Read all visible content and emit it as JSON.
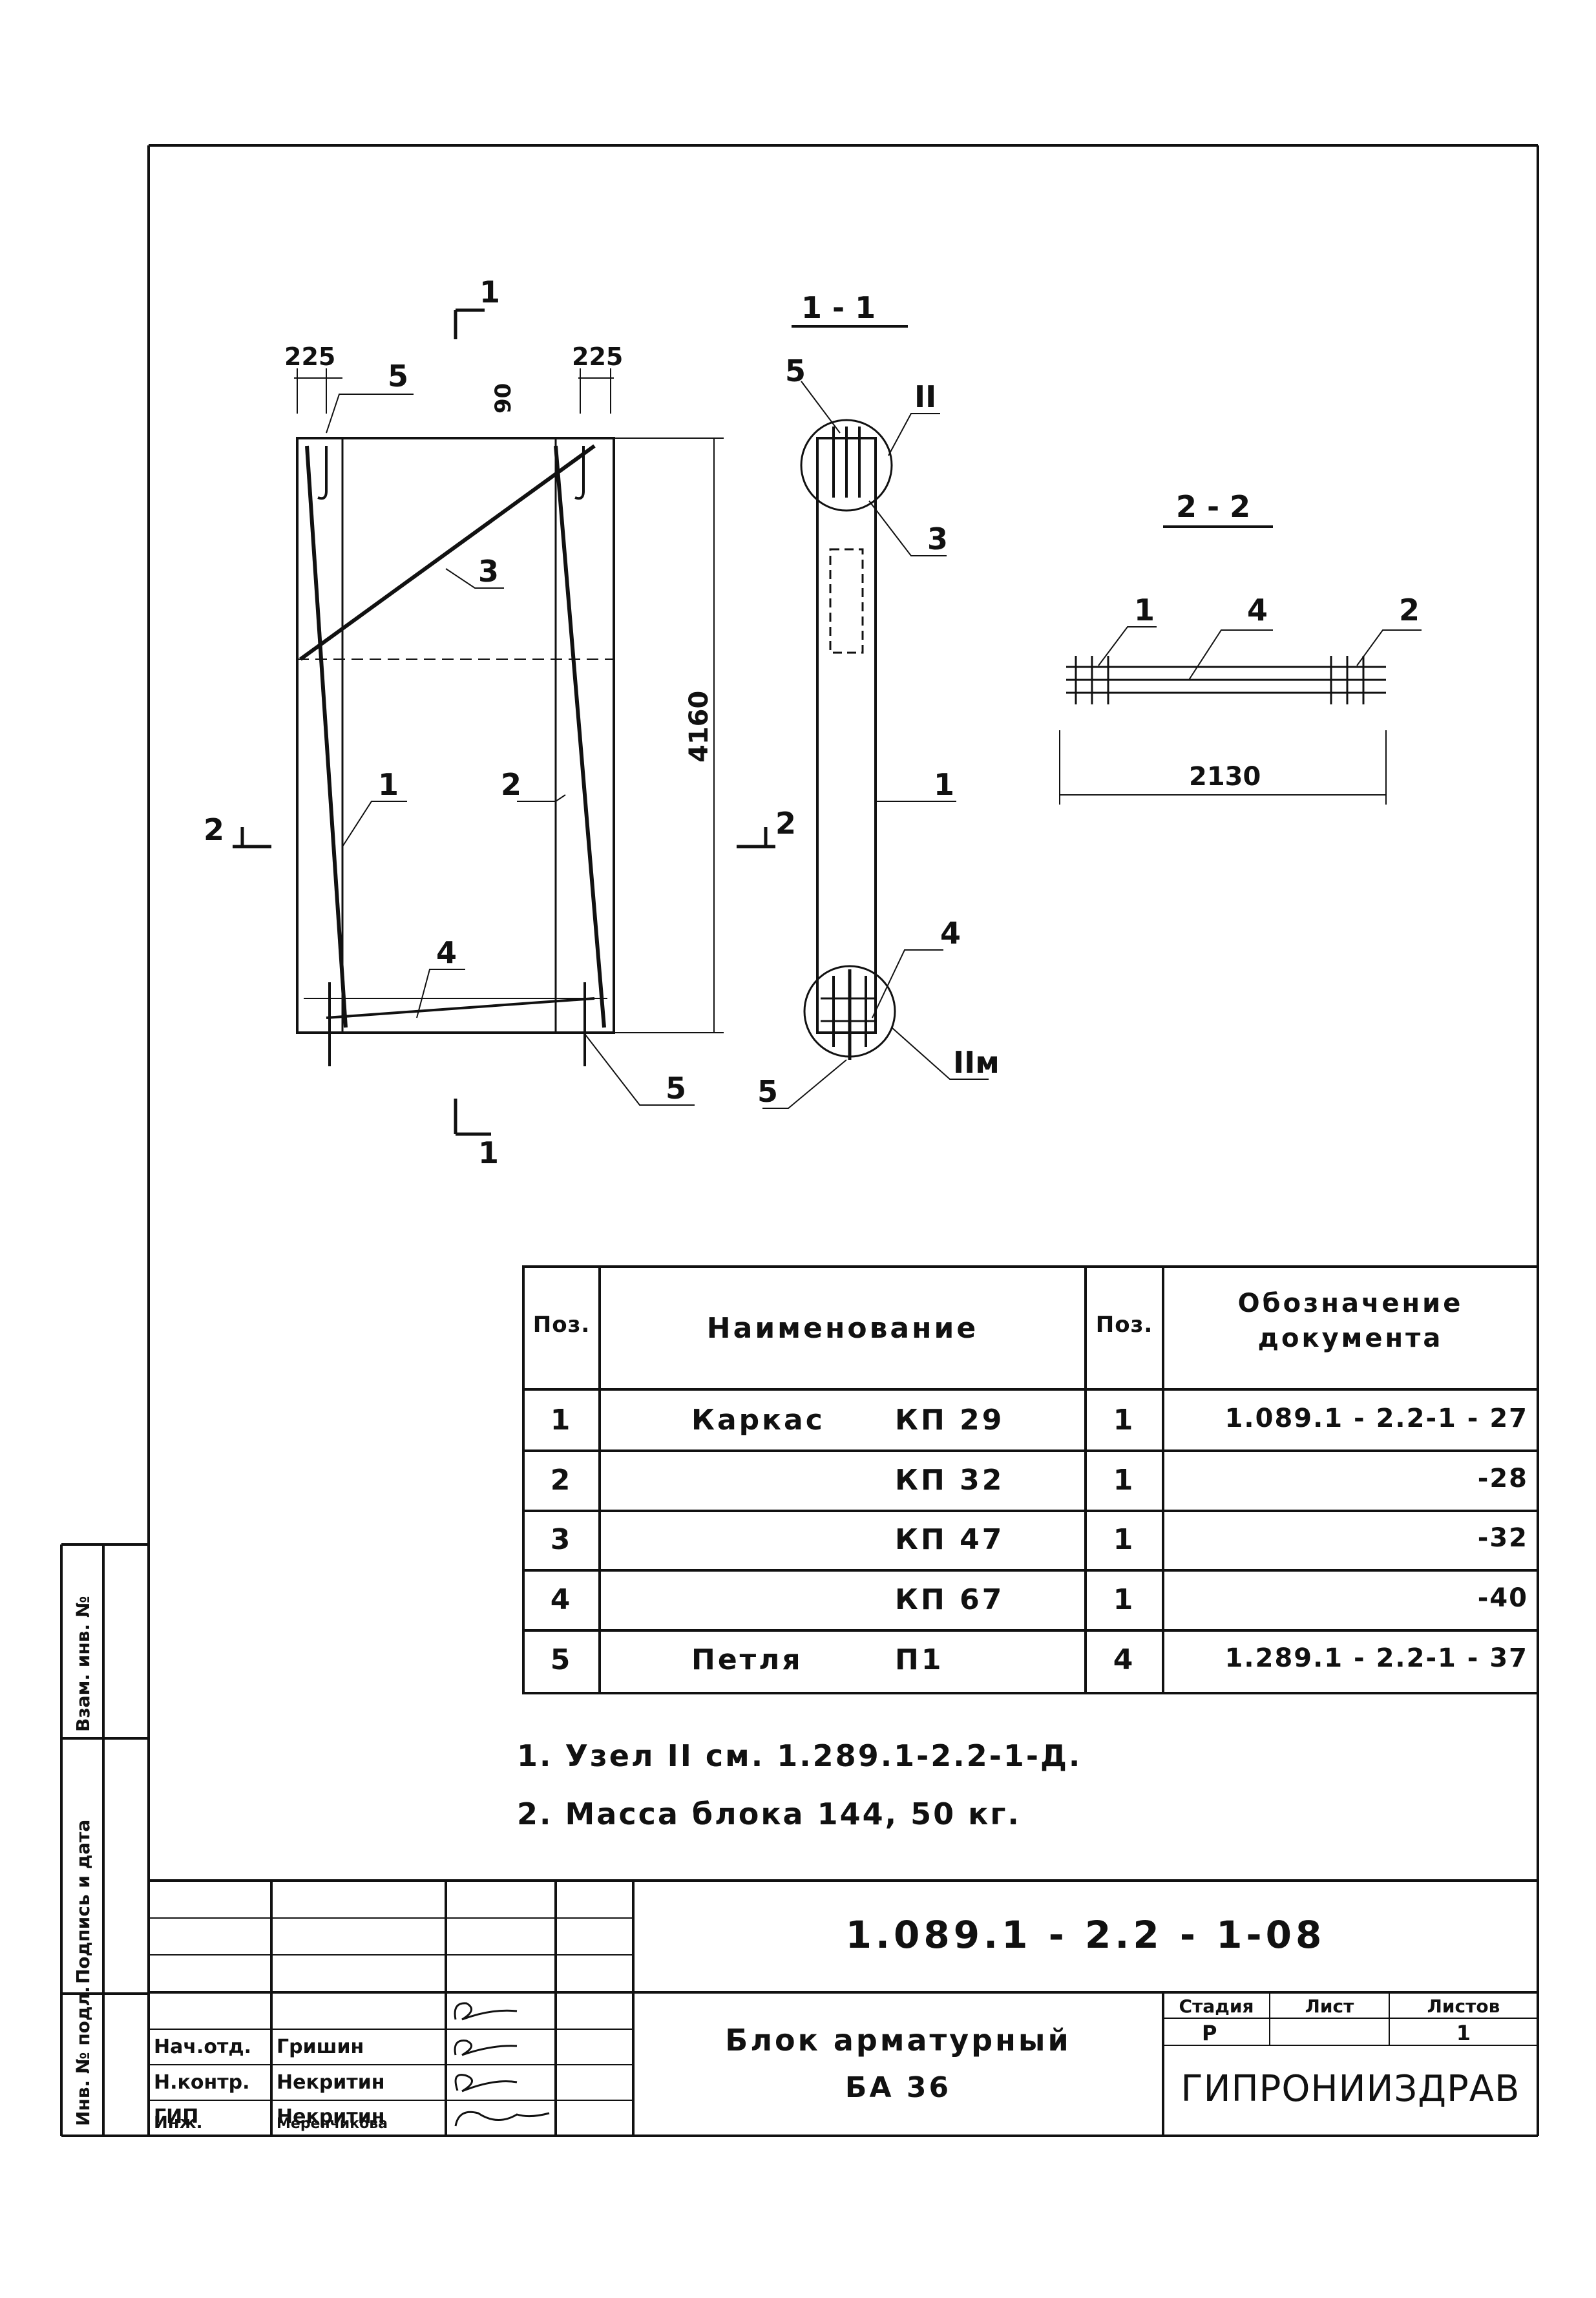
{
  "drawing": {
    "section_labels": {
      "cut_mark": "1",
      "section_1_1": "1 - 1",
      "section_2_2": "2 - 2",
      "cut_2": "2",
      "node": "II",
      "node_mirror": "IIм"
    },
    "dimensions": {
      "left_offset": "225",
      "right_offset": "225",
      "top_gap": "90",
      "height": "4160",
      "width_2_2": "2130"
    },
    "positions": {
      "p1": "1",
      "p2": "2",
      "p3": "3",
      "p4": "4",
      "p5": "5"
    }
  },
  "spec_table": {
    "headers": {
      "pos": "Поз.",
      "name": "Наименование",
      "qty": "Поз.",
      "doc": "Обозначение документа"
    },
    "rows": [
      {
        "pos": "1",
        "name_a": "Каркас",
        "name_b": "КП 29",
        "qty": "1",
        "doc": "1.089.1 - 2.2-1 - 27"
      },
      {
        "pos": "2",
        "name_a": "",
        "name_b": "КП 32",
        "qty": "1",
        "doc": "-28"
      },
      {
        "pos": "3",
        "name_a": "",
        "name_b": "КП 47",
        "qty": "1",
        "doc": "-32"
      },
      {
        "pos": "4",
        "name_a": "",
        "name_b": "КП 67",
        "qty": "1",
        "doc": "-40"
      },
      {
        "pos": "5",
        "name_a": "Петля",
        "name_b": "П1",
        "qty": "4",
        "doc": "1.289.1 - 2.2-1 - 37"
      }
    ]
  },
  "notes": [
    "1. Узел II см. 1.289.1-2.2-1-Д.",
    "2. Масса блока 144, 50 кг."
  ],
  "title_block": {
    "code": "1.089.1 - 2.2 - 1-08",
    "title_line1": "Блок арматурный",
    "title_line2": "БА 36",
    "stage_header": "Стадия",
    "sheet_header": "Лист",
    "sheets_header": "Листов",
    "stage": "Р",
    "sheet": "",
    "sheets": "1",
    "organization": "ГИПРОНИИЗДРАВ",
    "signers": [
      {
        "role": "Нач.отд.",
        "name": "Гришин"
      },
      {
        "role": "Н.контр.",
        "name": "Некритин"
      },
      {
        "role": "ГИП",
        "name": "Некритин"
      },
      {
        "role": "Инж.",
        "name": "Меренчикова"
      }
    ],
    "side_labels": [
      "Инв. № подл.",
      "Подпись и дата",
      "Взам. инв. №"
    ]
  }
}
